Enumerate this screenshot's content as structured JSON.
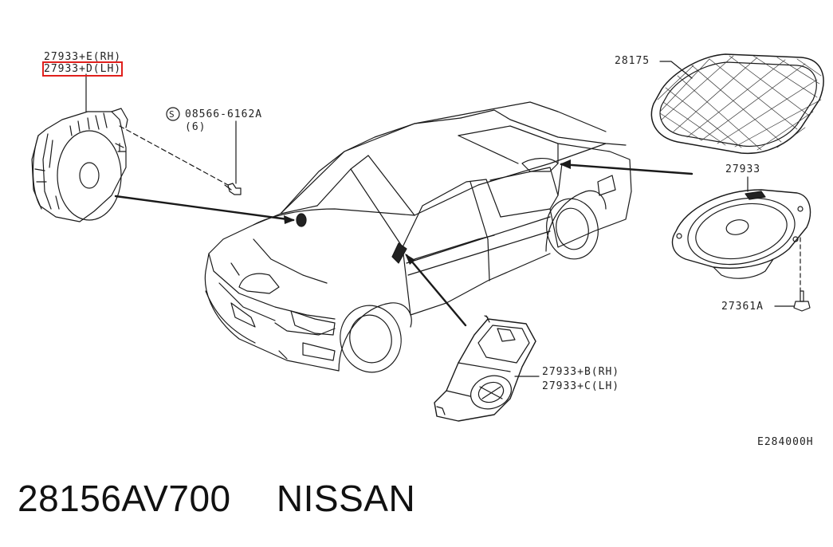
{
  "diagram": {
    "labels": {
      "front_speaker_rh": "27933+E(RH)",
      "front_speaker_lh": "27933+D(LH)",
      "screw_part": "08566-6162A",
      "screw_symbol": "S",
      "screw_qty": "(6)",
      "grille": "28175",
      "rear_speaker": "27933",
      "rear_screw": "27361A",
      "door_speaker_rh": "27933+B(RH)",
      "door_speaker_lh": "27933+C(LH)",
      "drawing_code": "E284000H"
    },
    "highlight_color": "#e0201c"
  },
  "footer": {
    "part_number": "28156AV700",
    "brand": "NISSAN"
  }
}
